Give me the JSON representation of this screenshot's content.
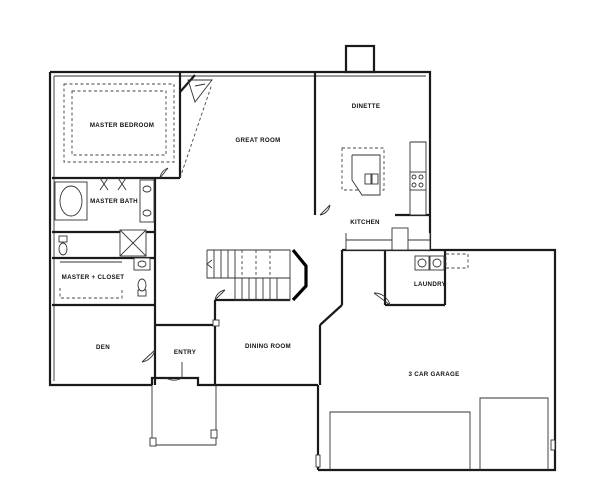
{
  "rooms": {
    "master_bedroom": "MASTER BEDROOM",
    "great_room": "GREAT ROOM",
    "dinette": "DINETTE",
    "master_bath": "MASTER BATH",
    "kitchen": "KITCHEN",
    "master_closet": "MASTER + CLOSET",
    "laundry": "LAUNDRY",
    "den": "DEN",
    "entry": "ENTRY",
    "dining_room": "DINING ROOM",
    "garage": "3 CAR GARAGE"
  }
}
